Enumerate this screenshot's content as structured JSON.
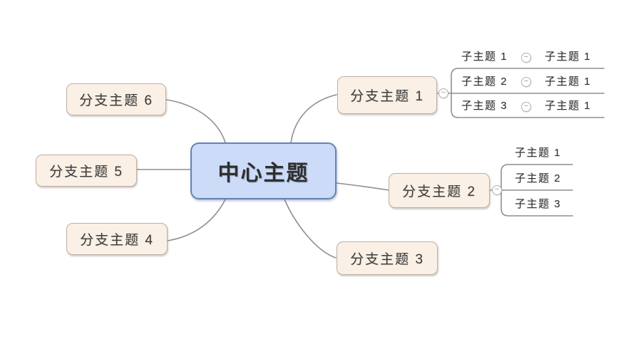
{
  "app": {
    "kind": "mind-map-canvas",
    "background": "#ffffff"
  },
  "colors": {
    "center_fill": "#cbdbf8",
    "center_border": "#6583b4",
    "branch_fill": "#faf0e5",
    "branch_border": "#bdb0a6",
    "connector_line": "#8f8f8f",
    "text": "#3a3a3a"
  },
  "icons": {
    "collapse_glyph": "−"
  },
  "center": {
    "label": "中心主题"
  },
  "branches": [
    {
      "label": "分支主题 1"
    },
    {
      "label": "分支主题 2"
    },
    {
      "label": "分支主题 3"
    },
    {
      "label": "分支主题 4"
    },
    {
      "label": "分支主题 5"
    },
    {
      "label": "分支主题 6"
    }
  ],
  "branch1_rows": [
    {
      "child": "子主题 1",
      "grandchild": "子主题 1"
    },
    {
      "child": "子主题 2",
      "grandchild": "子主题 1"
    },
    {
      "child": "子主题 3",
      "grandchild": "子主题 1"
    }
  ],
  "branch2_rows": [
    {
      "child": "子主题 1"
    },
    {
      "child": "子主题 2"
    },
    {
      "child": "子主题 3"
    }
  ]
}
